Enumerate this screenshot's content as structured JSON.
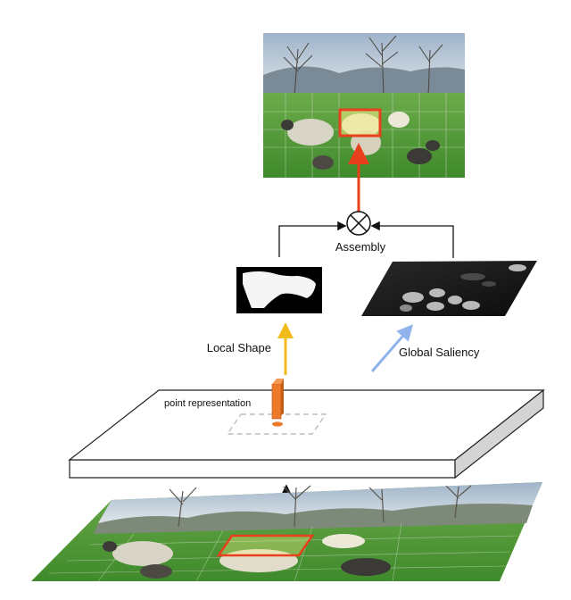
{
  "labels": {
    "assembly": "Assembly",
    "local_shape": "Local Shape",
    "global_saliency": "Global Saliency",
    "point_representation": "point representation"
  },
  "colors": {
    "result_box": "#e8401c",
    "red_arrow": "#e8401c",
    "local_arrow": "#f2bb1c",
    "global_arrow": "#8fb3ea",
    "point_bar": "#ec7a2a",
    "board_edge": "#222222",
    "board_side": "#d4d4d4",
    "grass": "#4e9a3a",
    "sky": "#c9d7e6"
  },
  "icons": {
    "assembly_op": "circled-times-icon",
    "input_arrow": "arrow-up-icon"
  }
}
